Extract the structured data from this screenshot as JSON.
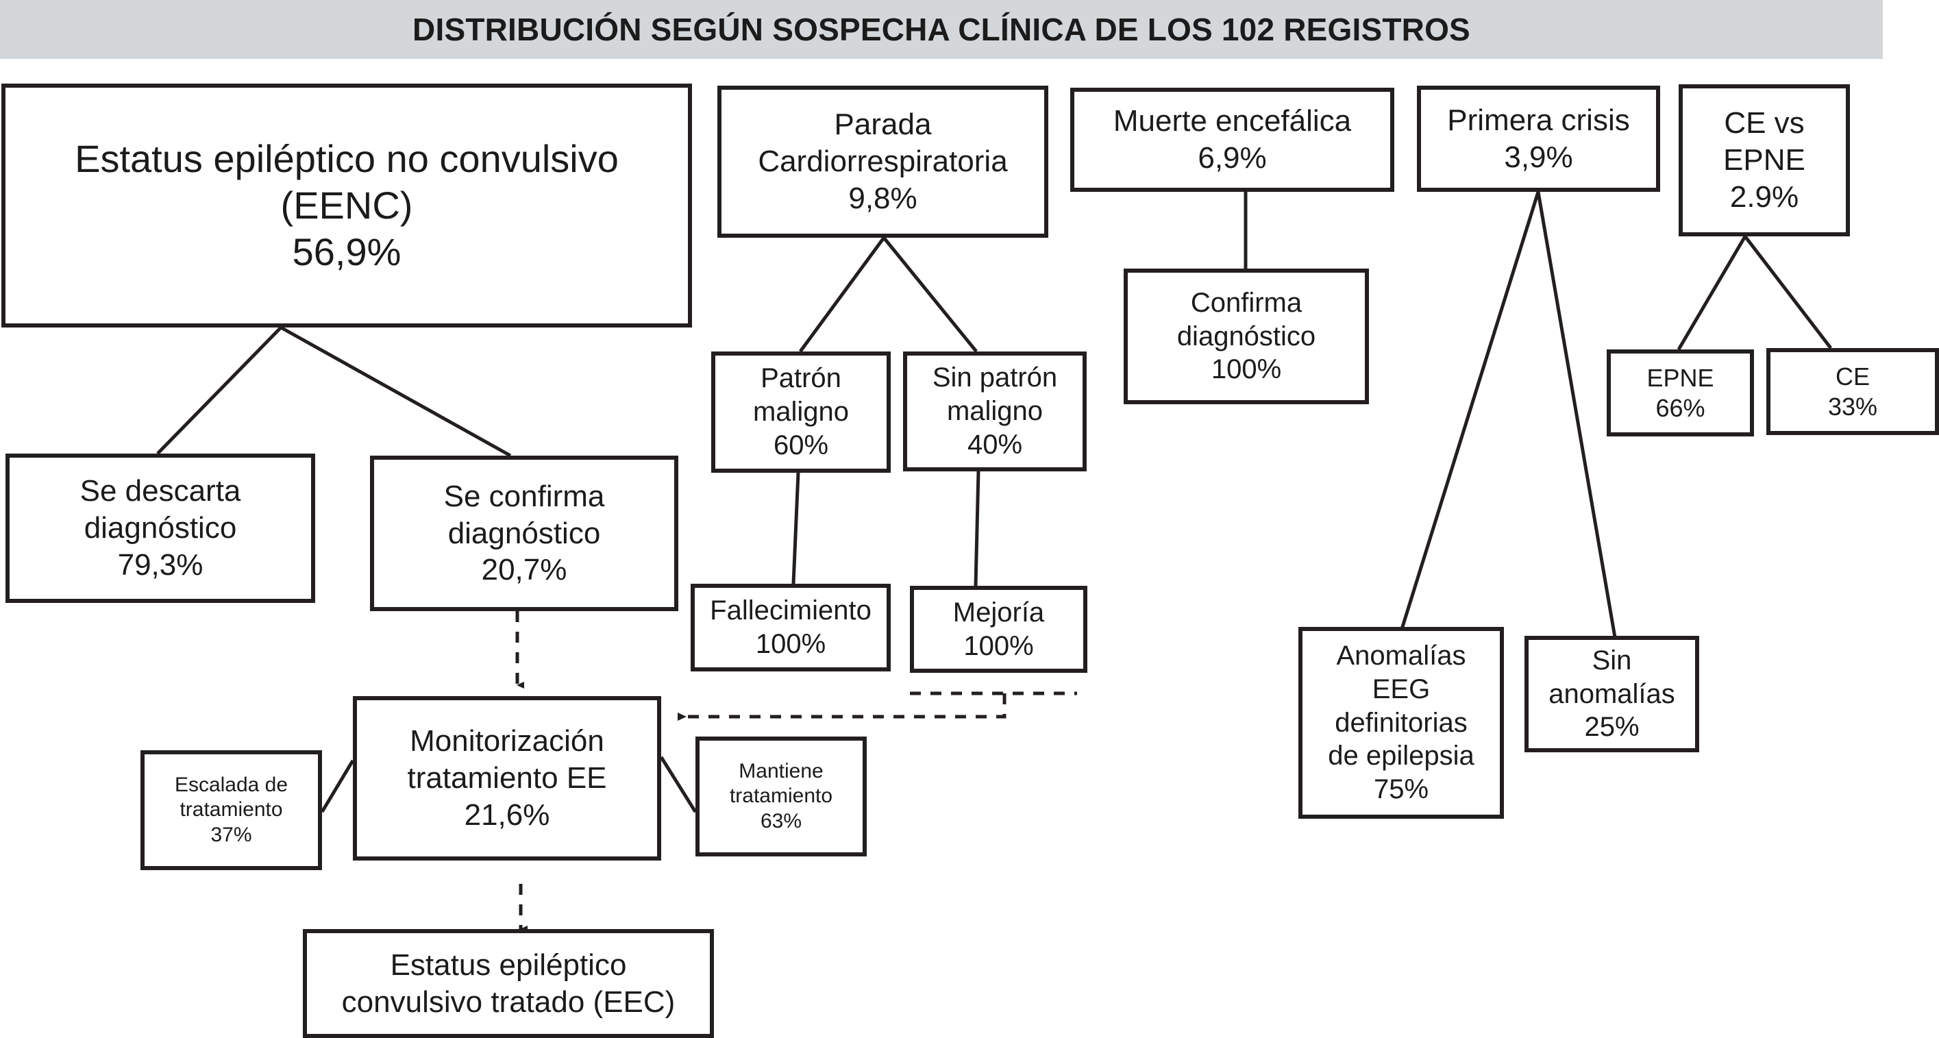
{
  "header": {
    "title": "DISTRIBUCIÓN SEGÚN SOSPECHA CLÍNICA DE LOS 102 REGISTROS",
    "background_color": "#d4d7d9"
  },
  "theme": {
    "box_border_color": "#231f20",
    "box_fill_color": "#ffffff",
    "text_color": "#1b1b1b",
    "connector_color": "#231f20"
  },
  "chart_data": {
    "type": "diagram",
    "title": "DISTRIBUCIÓN SEGÚN SOSPECHA CLÍNICA DE LOS 102 REGISTROS",
    "total_records": 102,
    "nodes": [
      {
        "id": "eenc",
        "label": "Estatus epiléptico no convulsivo\n(EENC)\n56,9%",
        "value": "56,9%"
      },
      {
        "id": "parada",
        "label": "Parada\nCardiorrespiratoria\n9,8%",
        "value": "9,8%"
      },
      {
        "id": "muerte",
        "label": "Muerte encefálica\n6,9%",
        "value": "6,9%"
      },
      {
        "id": "primera",
        "label": "Primera crisis\n3,9%",
        "value": "3,9%"
      },
      {
        "id": "cevsepne",
        "label": "CE vs\nEPNE\n2.9%",
        "value": "2.9%"
      },
      {
        "id": "descarta",
        "label": "Se descarta\ndiagnóstico\n79,3%",
        "value": "79,3%"
      },
      {
        "id": "confirma_eenc",
        "label": "Se confirma\ndiagnóstico\n20,7%",
        "value": "20,7%"
      },
      {
        "id": "patron",
        "label": "Patrón\nmaligno\n60%",
        "value": "60%"
      },
      {
        "id": "sinpatron",
        "label": "Sin patrón\nmaligno\n40%",
        "value": "40%"
      },
      {
        "id": "confirma_muerte",
        "label": "Confirma\ndiagnóstico\n100%",
        "value": "100%"
      },
      {
        "id": "epne",
        "label": "EPNE\n66%",
        "value": "66%"
      },
      {
        "id": "ce",
        "label": "CE\n33%",
        "value": "33%"
      },
      {
        "id": "fallecimiento",
        "label": "Fallecimiento\n100%",
        "value": "100%"
      },
      {
        "id": "mejoria",
        "label": "Mejoría\n100%",
        "value": "100%"
      },
      {
        "id": "anomalias",
        "label": "Anomalías\nEEG\ndefinitorias\nde epilepsia\n75%",
        "value": "75%"
      },
      {
        "id": "sinanomalias",
        "label": "Sin\nanomalías\n25%",
        "value": "25%"
      },
      {
        "id": "monitorizacion",
        "label": "Monitorización\ntratamiento EE\n21,6%",
        "value": "21,6%"
      },
      {
        "id": "escalada",
        "label": "Escalada de\ntratamiento\n37%",
        "value": "37%"
      },
      {
        "id": "mantiene",
        "label": "Mantiene\ntratamiento\n63%",
        "value": "63%"
      },
      {
        "id": "eec",
        "label": "Estatus epiléptico\nconvulsivo tratado (EEC)",
        "value": ""
      }
    ],
    "edges": [
      {
        "from": "eenc",
        "to": "descarta",
        "style": "solid"
      },
      {
        "from": "eenc",
        "to": "confirma_eenc",
        "style": "solid"
      },
      {
        "from": "parada",
        "to": "patron",
        "style": "solid"
      },
      {
        "from": "parada",
        "to": "sinpatron",
        "style": "solid"
      },
      {
        "from": "patron",
        "to": "fallecimiento",
        "style": "solid"
      },
      {
        "from": "sinpatron",
        "to": "mejoria",
        "style": "solid"
      },
      {
        "from": "muerte",
        "to": "confirma_muerte",
        "style": "solid"
      },
      {
        "from": "primera",
        "to": "anomalias",
        "style": "solid"
      },
      {
        "from": "primera",
        "to": "sinanomalias",
        "style": "solid"
      },
      {
        "from": "cevsepne",
        "to": "epne",
        "style": "solid"
      },
      {
        "from": "cevsepne",
        "to": "ce",
        "style": "solid"
      },
      {
        "from": "confirma_eenc",
        "to": "monitorizacion",
        "style": "dashed-arrow"
      },
      {
        "from": "mejoria",
        "to": "monitorizacion",
        "style": "dashed-arrow"
      },
      {
        "from": "eec",
        "to": "monitorizacion",
        "style": "dashed-arrow"
      },
      {
        "from": "monitorizacion",
        "to": "escalada",
        "style": "solid"
      },
      {
        "from": "monitorizacion",
        "to": "mantiene",
        "style": "solid"
      }
    ]
  },
  "nodes": {
    "eenc": "Estatus epiléptico no convulsivo\n(EENC)\n56,9%",
    "parada": "Parada\nCardiorrespiratoria\n9,8%",
    "muerte": "Muerte encefálica\n6,9%",
    "primera": "Primera crisis\n3,9%",
    "cevsepne": "CE vs\nEPNE\n2.9%",
    "descarta": "Se descarta\ndiagnóstico\n79,3%",
    "confirma_eenc": "Se confirma\ndiagnóstico\n20,7%",
    "patron": "Patrón\nmaligno\n60%",
    "sinpatron": "Sin patrón\nmaligno\n40%",
    "confirma_muerte": "Confirma\ndiagnóstico\n100%",
    "epne": "EPNE\n66%",
    "ce": "CE\n33%",
    "fallecimiento": "Fallecimiento\n100%",
    "mejoria": "Mejoría\n100%",
    "anomalias": "Anomalías\nEEG\ndefinitorias\nde epilepsia\n75%",
    "sinanomalias": "Sin\nanomalías\n25%",
    "monitorizacion": "Monitorización\ntratamiento EE\n21,6%",
    "escalada": "Escalada de\ntratamiento\n37%",
    "mantiene": "Mantiene\ntratamiento\n63%",
    "eec": "Estatus epiléptico\nconvulsivo tratado (EEC)"
  }
}
